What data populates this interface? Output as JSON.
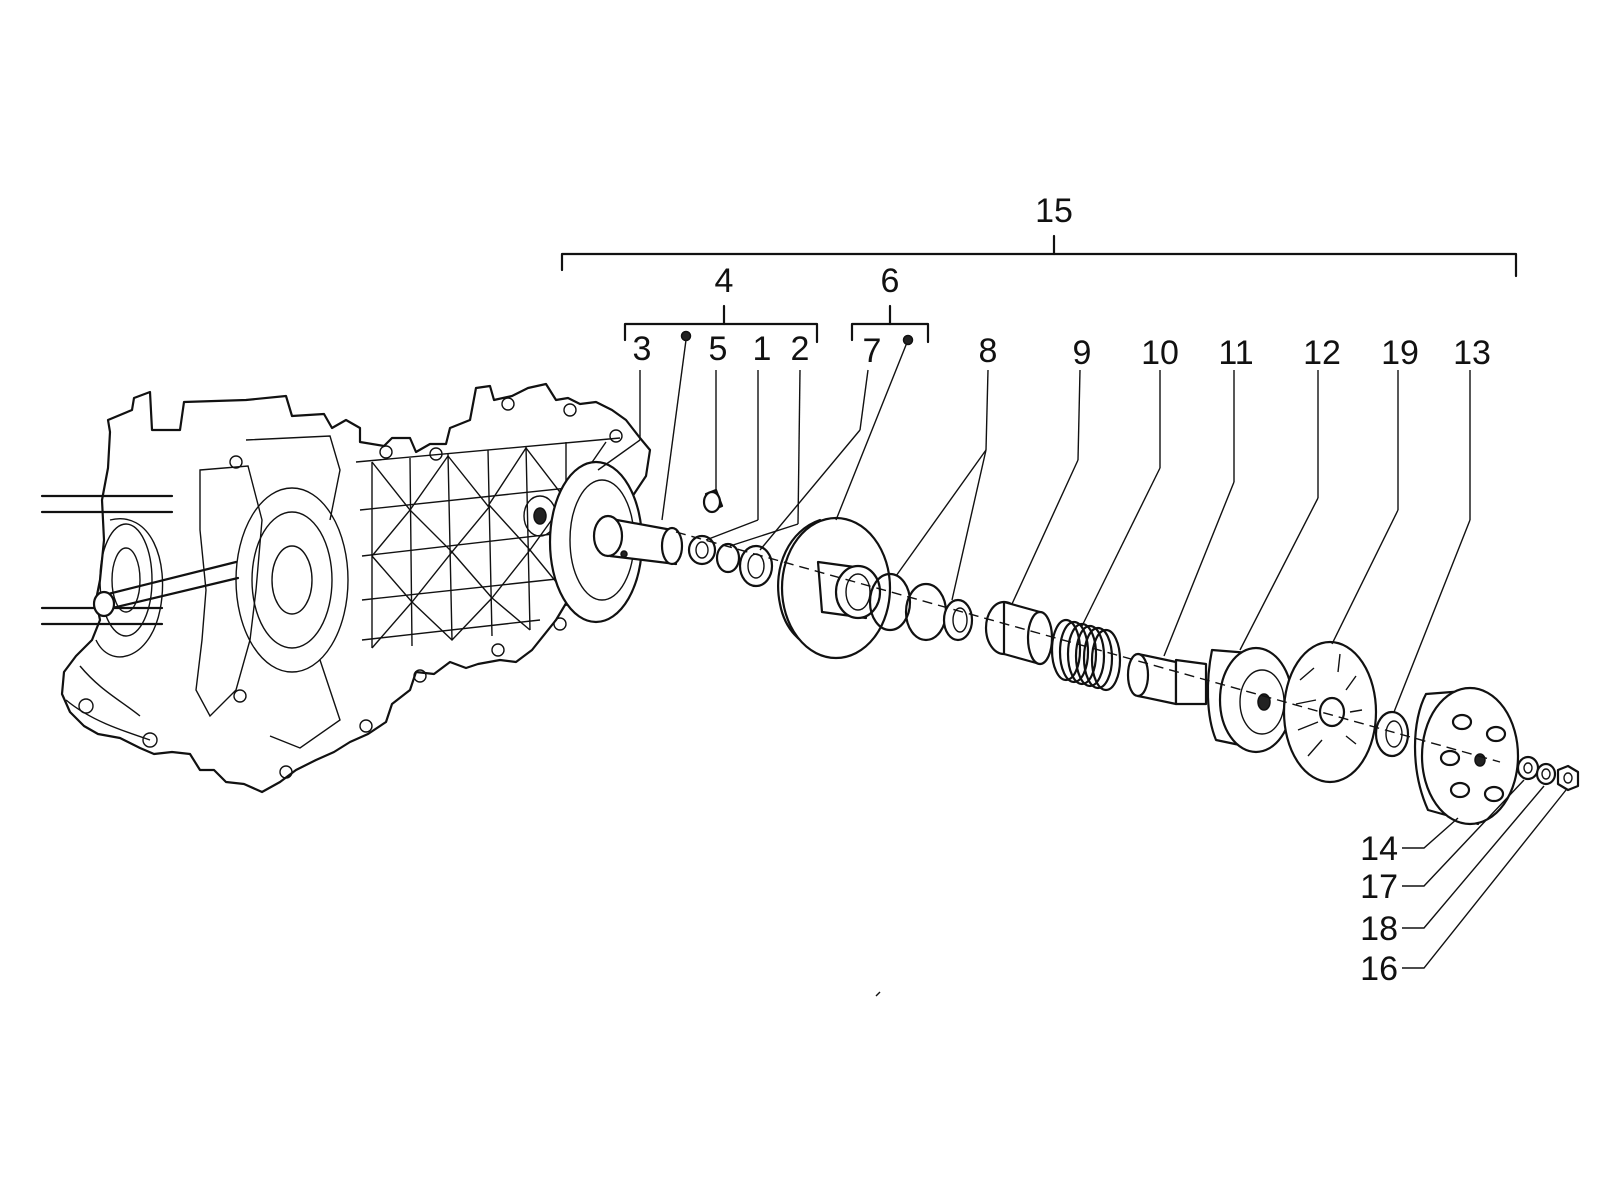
{
  "labels": {
    "l15": "15",
    "l4": "4",
    "l6": "6",
    "l3": "3",
    "l5": "5",
    "l1": "1",
    "l2": "2",
    "l7": "7",
    "l8": "8",
    "l9": "9",
    "l10": "10",
    "l11": "11",
    "l12": "12",
    "l19": "19",
    "l13": "13",
    "l14": "14",
    "l17": "17",
    "l18": "18",
    "l16": "16"
  }
}
